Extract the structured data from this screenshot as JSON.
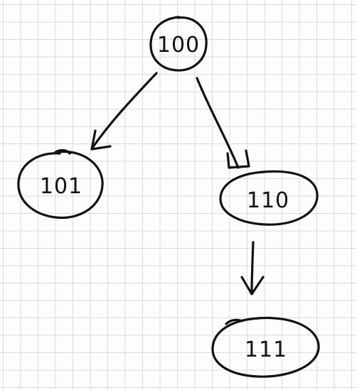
{
  "diagram": {
    "type": "tree",
    "style": "hand-drawn on grid paper",
    "ink_color": "#111111",
    "grid_color": "#d6dce4",
    "nodes": [
      {
        "id": "n100",
        "label": "100"
      },
      {
        "id": "n101",
        "label": "101"
      },
      {
        "id": "n110",
        "label": "110"
      },
      {
        "id": "n111",
        "label": "111"
      }
    ],
    "edges": [
      {
        "from": "n100",
        "to": "n101"
      },
      {
        "from": "n100",
        "to": "n110"
      },
      {
        "from": "n110",
        "to": "n111"
      }
    ]
  }
}
